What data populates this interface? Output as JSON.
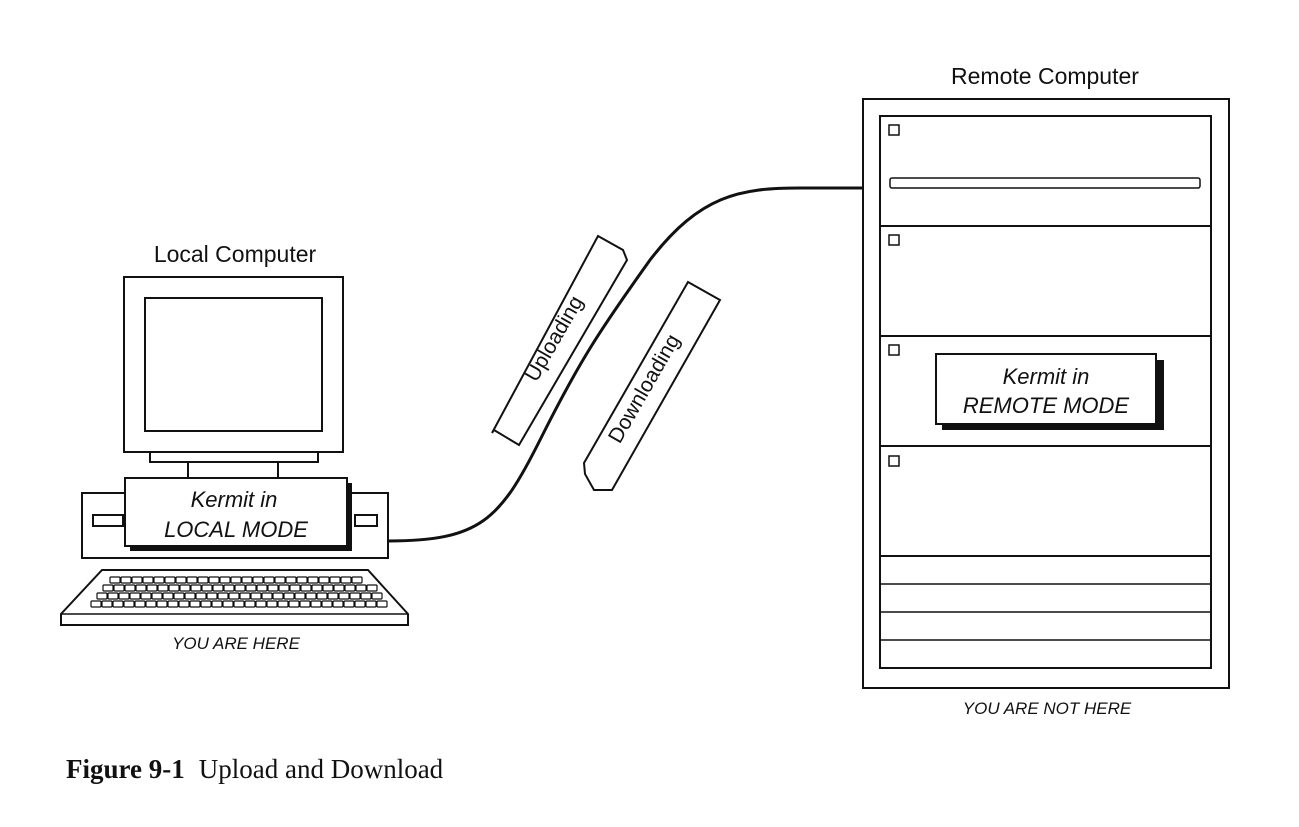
{
  "diagram": {
    "local_computer": {
      "title": "Local Computer",
      "screen_label_line1": "Kermit in",
      "screen_label_line2": "LOCAL MODE",
      "location_note": "YOU ARE HERE"
    },
    "remote_computer": {
      "title": "Remote Computer",
      "panel_label_line1": "Kermit in",
      "panel_label_line2": "REMOTE MODE",
      "location_note": "YOU ARE NOT HERE"
    },
    "arrows": {
      "upload_label": "Uploading",
      "download_label": "Downloading"
    }
  },
  "caption": {
    "number": "Figure 9-1",
    "text": "Upload and Download"
  }
}
